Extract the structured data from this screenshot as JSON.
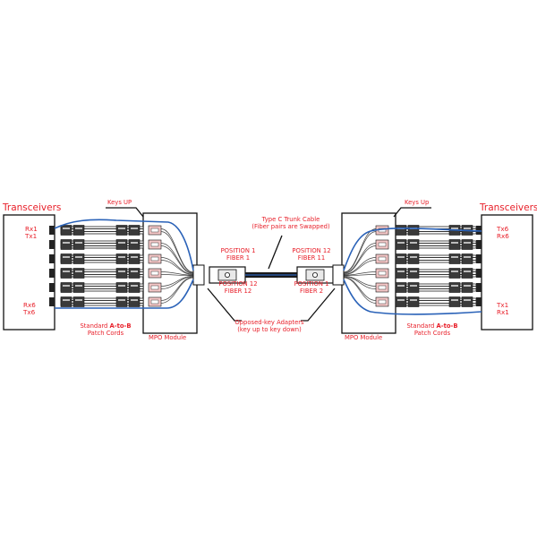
{
  "left": {
    "title": "Transceivers",
    "top_pair": [
      "Rx1",
      "Tx1"
    ],
    "bottom_pair": [
      "Rx6",
      "Tx6"
    ],
    "keys_label": "Keys UP",
    "module_label": "MPO Module",
    "cords_label_pre": "Standard ",
    "cords_label_bold": "A-to-B",
    "cords_label_line2": "Patch Cords"
  },
  "right": {
    "title": "Transceivers",
    "top_pair": [
      "Tx6",
      "Rx6"
    ],
    "bottom_pair": [
      "Tx1",
      "Rx1"
    ],
    "keys_label": "Keys Up",
    "module_label": "MPO Module",
    "cords_label_pre": "Standard ",
    "cords_label_bold": "A-to-B",
    "cords_label_line2": "Patch Cords"
  },
  "trunk": {
    "title_line1": "Type C Trunk Cable",
    "title_line2": "(Fiber pairs are Swapped)",
    "left_top": [
      "POSITION 1",
      "FIBER 1"
    ],
    "left_bottom": [
      "POSITION 12",
      "FIBER 12"
    ],
    "right_top": [
      "POSITION 12",
      "FIBER 11"
    ],
    "right_bottom": [
      "POSITION 1",
      "FIBER 2"
    ]
  },
  "adapters": {
    "line1": "Opposed-key Adapters",
    "line2": "(key up to key down)"
  },
  "colors": {
    "label": "#e8202a",
    "fiber": "#2a62b8",
    "line": "#111111"
  }
}
